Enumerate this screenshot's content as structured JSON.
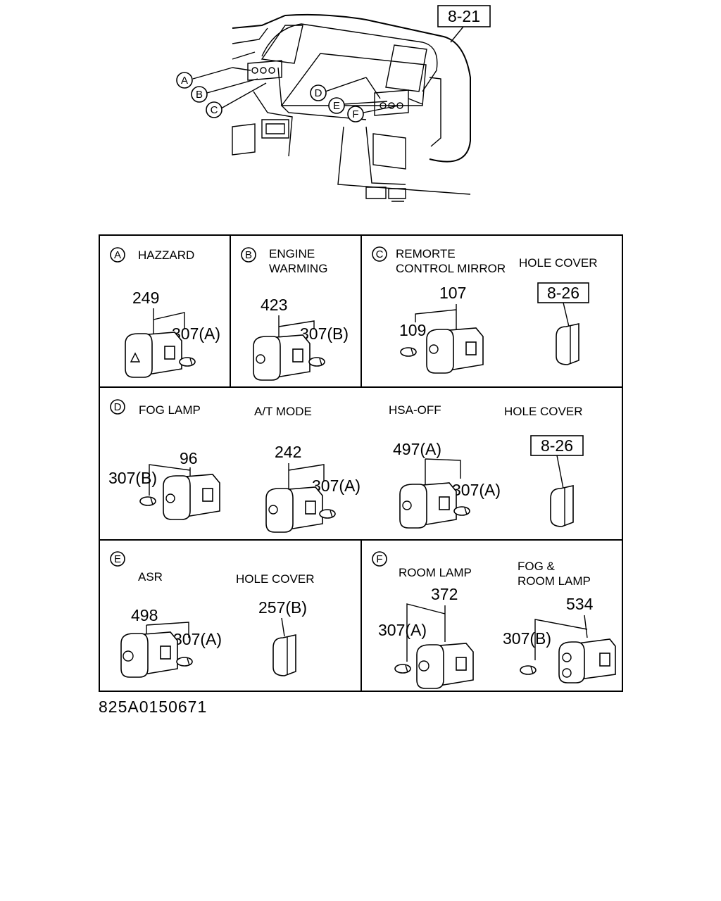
{
  "overview": {
    "ref_box": "8-21",
    "callouts": [
      "A",
      "B",
      "C",
      "D",
      "E",
      "F"
    ]
  },
  "panels": {
    "A": {
      "letter": "A",
      "title": "HAZZARD",
      "part": "249",
      "bulb": "307(A)"
    },
    "B": {
      "letter": "B",
      "title_line1": "ENGINE",
      "title_line2": "WARMING",
      "part": "423",
      "bulb": "307(B)"
    },
    "C": {
      "letter": "C",
      "title_line1": "REMORTE",
      "title_line2": "CONTROL MIRROR",
      "part": "107",
      "bulb": "109",
      "hole_cover_title": "HOLE COVER",
      "hole_cover_ref": "8-26"
    },
    "D": {
      "letter": "D",
      "fog_title": "FOG LAMP",
      "fog_part": "96",
      "fog_bulb": "307(B)",
      "at_title": "A/T MODE",
      "at_part": "242",
      "at_bulb": "307(A)",
      "hsa_title": "HSA-OFF",
      "hsa_part": "497(A)",
      "hsa_bulb": "307(A)",
      "hole_cover_title": "HOLE COVER",
      "hole_cover_ref": "8-26"
    },
    "E": {
      "letter": "E",
      "asr_title": "ASR",
      "asr_part": "498",
      "asr_bulb": "307(A)",
      "hole_cover_title": "HOLE COVER",
      "hole_cover_part": "257(B)"
    },
    "F": {
      "letter": "F",
      "room_title": "ROOM LAMP",
      "room_part": "372",
      "room_bulb": "307(A)",
      "fog_room_title_line1": "FOG &",
      "fog_room_title_line2": "ROOM LAMP",
      "fog_room_part": "534",
      "fog_room_bulb": "307(B)"
    }
  },
  "diagram_code": "825A0150671"
}
